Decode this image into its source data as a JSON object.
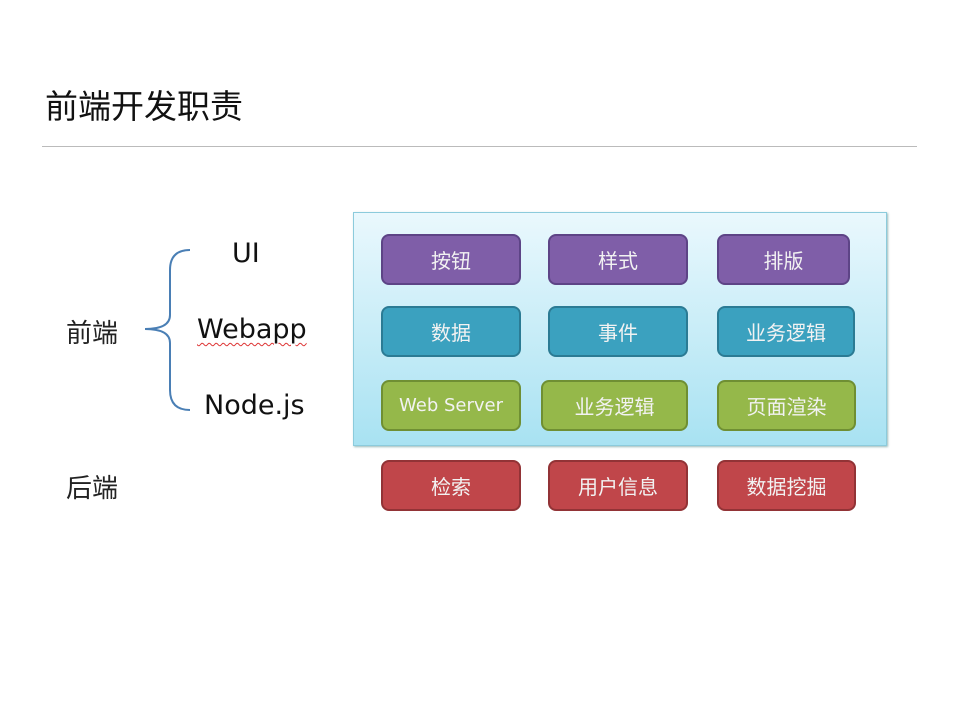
{
  "title": "前端开发职责",
  "left": {
    "frontend": "前端",
    "backend": "后端",
    "layers": [
      "UI",
      "Webapp",
      "Node.js"
    ]
  },
  "rows": [
    [
      "按钮",
      "样式",
      "排版"
    ],
    [
      "数据",
      "事件",
      "业务逻辑"
    ],
    [
      "Web Server",
      "业务逻辑",
      "页面渲染"
    ],
    [
      "检索",
      "用户信息",
      "数据挖掘"
    ]
  ],
  "colors": {
    "ui": "#7f5ea8",
    "webapp": "#3ba1bf",
    "node": "#95b84a",
    "backend": "#c0464a"
  }
}
